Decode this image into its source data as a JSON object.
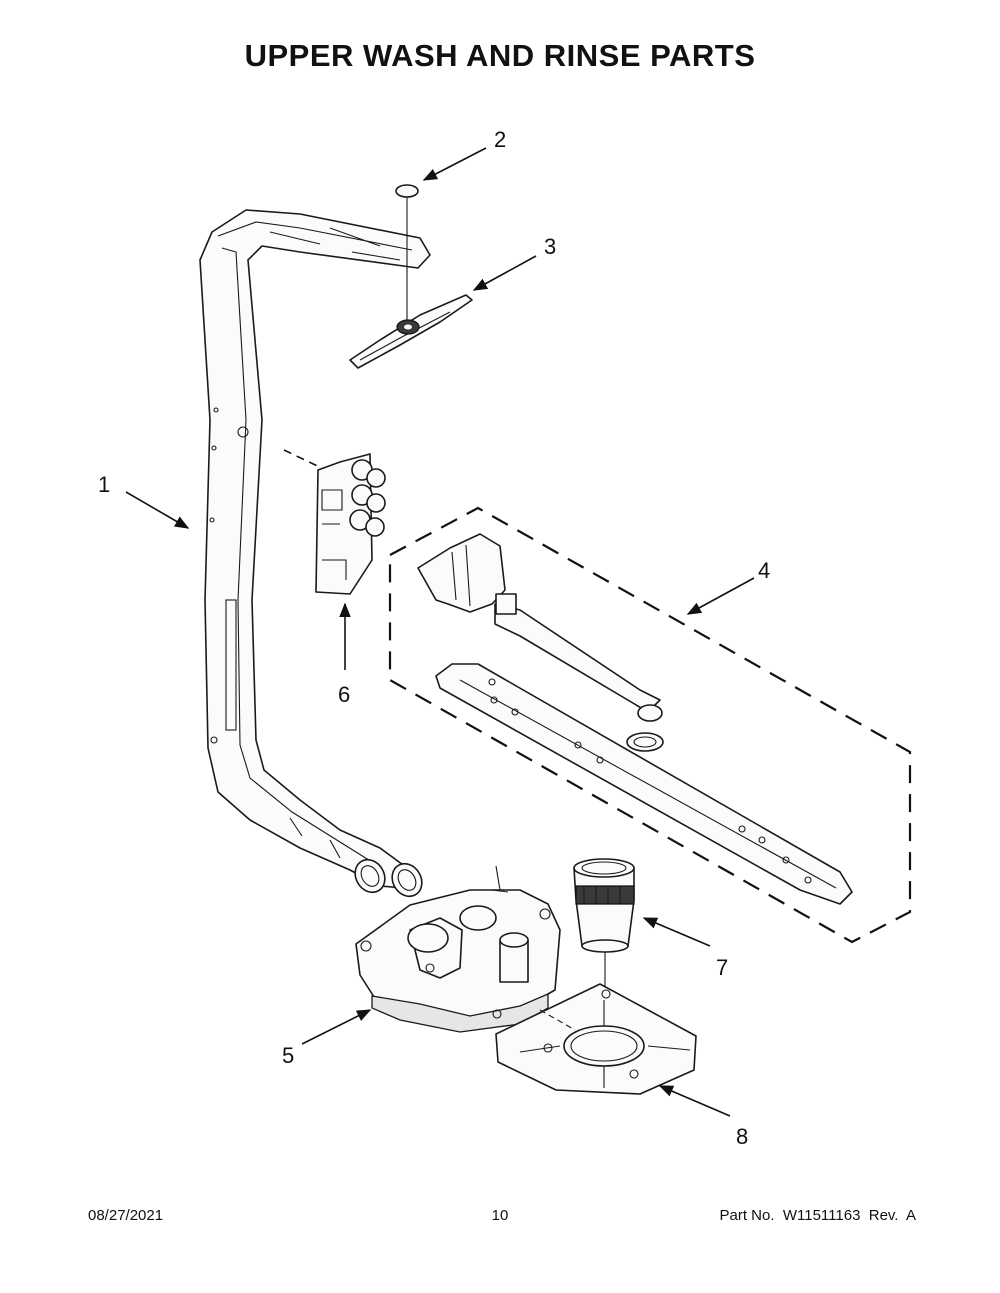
{
  "page": {
    "title": "UPPER WASH AND RINSE PARTS"
  },
  "callouts": [
    {
      "id": "1",
      "label": "1"
    },
    {
      "id": "2",
      "label": "2"
    },
    {
      "id": "3",
      "label": "3"
    },
    {
      "id": "4",
      "label": "4"
    },
    {
      "id": "5",
      "label": "5"
    },
    {
      "id": "6",
      "label": "6"
    },
    {
      "id": "7",
      "label": "7"
    },
    {
      "id": "8",
      "label": "8"
    }
  ],
  "footer": {
    "date": "08/27/2021",
    "page_number": "10",
    "part_number": "Part No.  W11511163  Rev.  A"
  }
}
